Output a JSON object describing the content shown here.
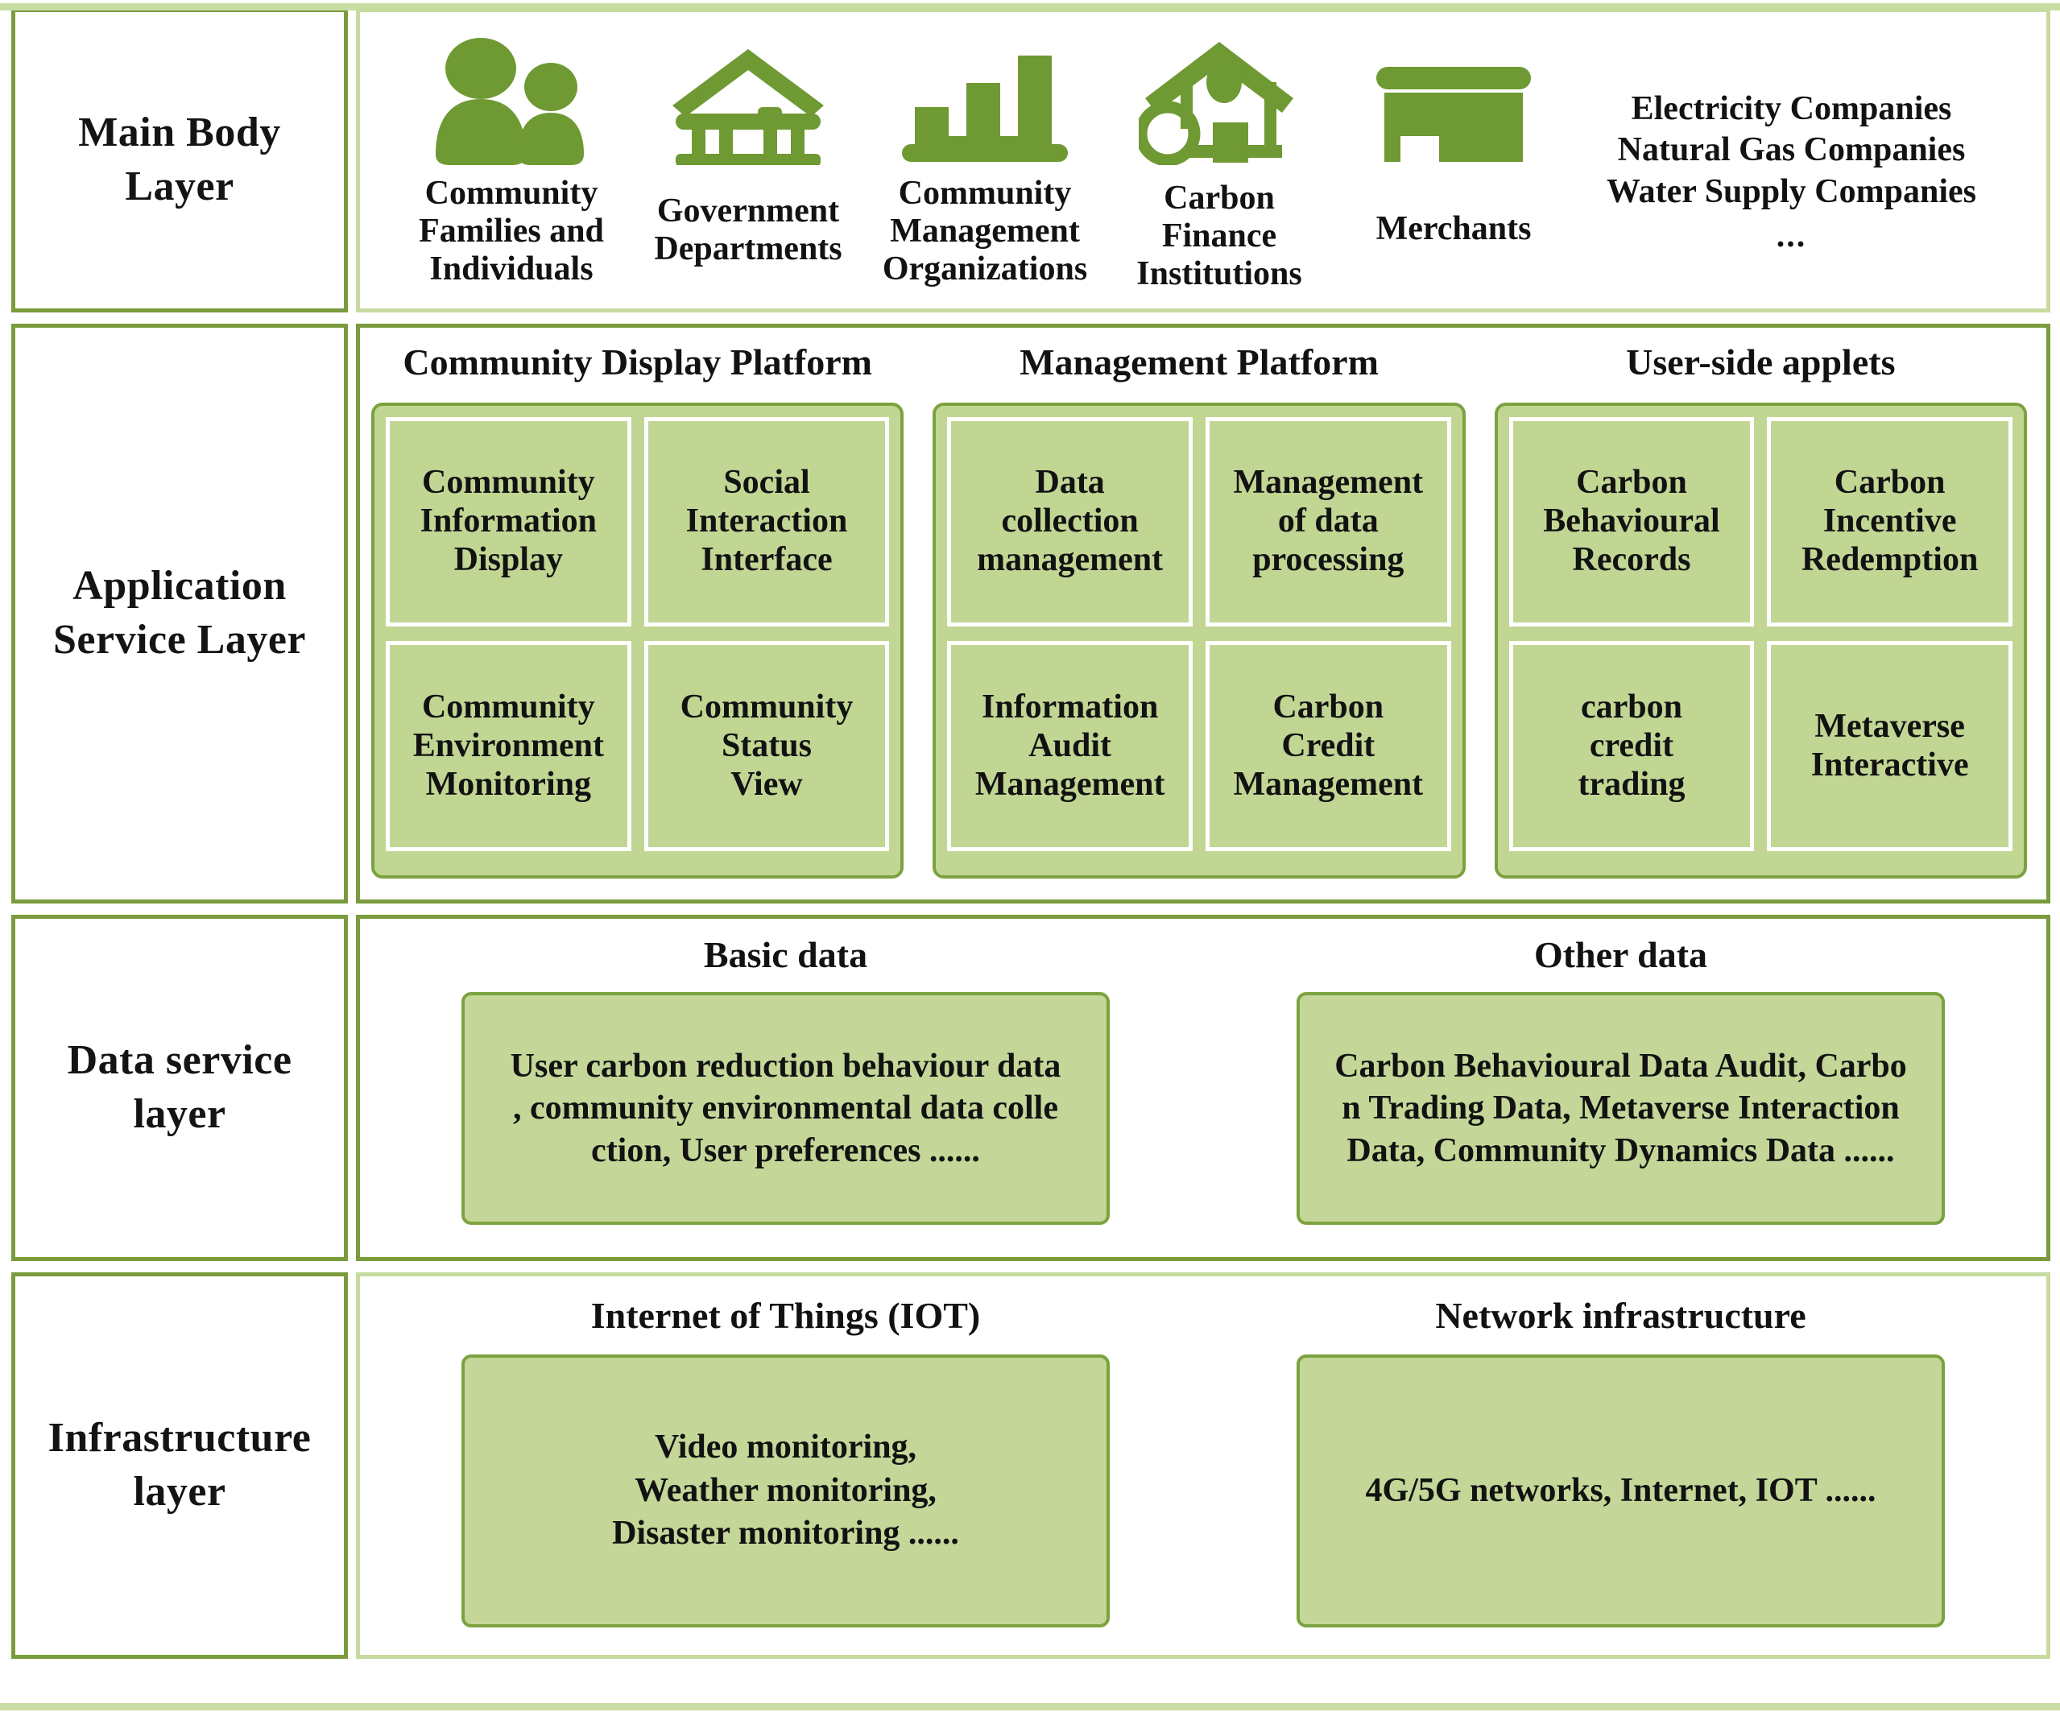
{
  "theme": {
    "icon_green": "#6f9933",
    "frame_green": "#7a9c3c",
    "light_frame_green": "#c6dba0",
    "box_fill": "#c2d694",
    "box_border": "#7ba23f"
  },
  "layers": [
    {
      "key": "main_body",
      "label": "Main Body\nLayer",
      "actors": [
        {
          "icon": "people-icon",
          "label": "Community\nFamilies and\nIndividuals"
        },
        {
          "icon": "government-building-icon",
          "label": "Government\nDepartments"
        },
        {
          "icon": "bar-chart-icon",
          "label": "Community\nManagement\nOrganizations"
        },
        {
          "icon": "house-leaf-icon",
          "label": "Carbon\nFinance\nInstitutions"
        },
        {
          "icon": "shop-icon",
          "label": "Merchants"
        }
      ],
      "utilities": "Electricity Companies\nNatural Gas Companies\nWater Supply Companies",
      "utilities_ellipsis": "..."
    },
    {
      "key": "application_service",
      "label": "Application\nService\nLayer",
      "platforms": [
        {
          "title": "Community Display Platform",
          "modules": [
            "Community\nInformation\nDisplay",
            "Social\nInteraction\nInterface",
            "Community\nEnvironment\nMonitoring",
            "Community\nStatus\nView"
          ]
        },
        {
          "title": "Management Platform",
          "modules": [
            "Data\ncollection\nmanagement",
            "Management\nof data\nprocessing",
            "Information\nAudit\nManagement",
            "Carbon\nCredit\nManagement"
          ]
        },
        {
          "title": "User-side applets",
          "modules": [
            "Carbon\nBehavioural\nRecords",
            "Carbon\nIncentive\nRedemption",
            "carbon\ncredit\ntrading",
            "Metaverse\nInteractive"
          ]
        }
      ]
    },
    {
      "key": "data_service",
      "label": "Data service\nlayer",
      "groups": [
        {
          "title": "Basic data",
          "content": "User carbon reduction behaviour data\n, community environmental data colle\nction, User preferences ......"
        },
        {
          "title": "Other data",
          "content": "Carbon Behavioural Data Audit, Carbo\nn Trading Data, Metaverse Interaction\nData, Community Dynamics Data ......"
        }
      ]
    },
    {
      "key": "infrastructure",
      "label": "Infrastructure\nlayer",
      "groups": [
        {
          "title": "Internet of Things (IOT)",
          "content": "Video monitoring,\nWeather monitoring,\nDisaster monitoring ......"
        },
        {
          "title": "Network infrastructure",
          "content": "4G/5G networks, Internet, IOT ......"
        }
      ]
    }
  ]
}
